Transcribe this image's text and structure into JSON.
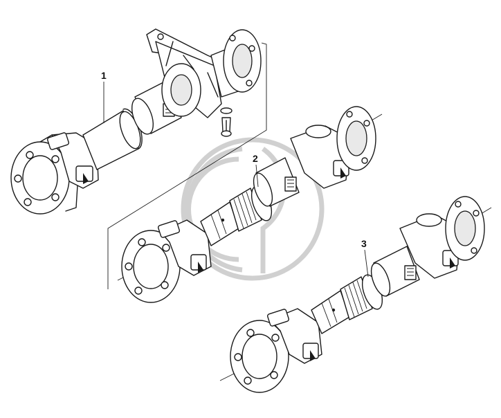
{
  "figure": {
    "callouts": [
      {
        "id": "1",
        "label": "1"
      },
      {
        "id": "2",
        "label": "2"
      },
      {
        "id": "3",
        "label": "3"
      }
    ],
    "colors": {
      "line": "#1a1a1a",
      "background": "#ffffff",
      "watermark": "#c8c8c8"
    }
  }
}
